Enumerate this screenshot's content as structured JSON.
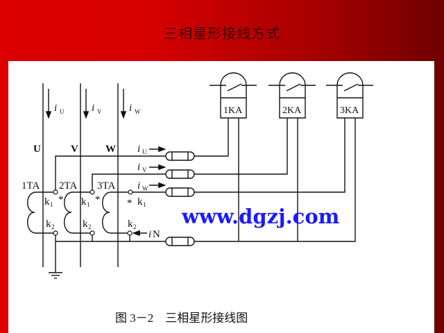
{
  "slide_title": "三相星形接线方式",
  "diagram": {
    "phases": [
      "U",
      "V",
      "W"
    ],
    "phase_currents": [
      "i",
      "i",
      "i"
    ],
    "phase_current_subs": [
      "U",
      "V",
      "W"
    ],
    "transformers": [
      "1TA",
      "2TA",
      "3TA"
    ],
    "terminal_k1": "k",
    "terminal_sub1": "1",
    "terminal_sub2": "2",
    "polarity_mark": "*",
    "line_currents": [
      "i",
      "i",
      "i"
    ],
    "line_current_subs": [
      "U",
      "V",
      "W"
    ],
    "neutral_current": "i",
    "neutral_sub": "N",
    "relays": [
      "1KA",
      "2KA",
      "3KA"
    ],
    "caption": "图 3－2　三相星形接线图",
    "watermark": "www.dgzj.com"
  }
}
